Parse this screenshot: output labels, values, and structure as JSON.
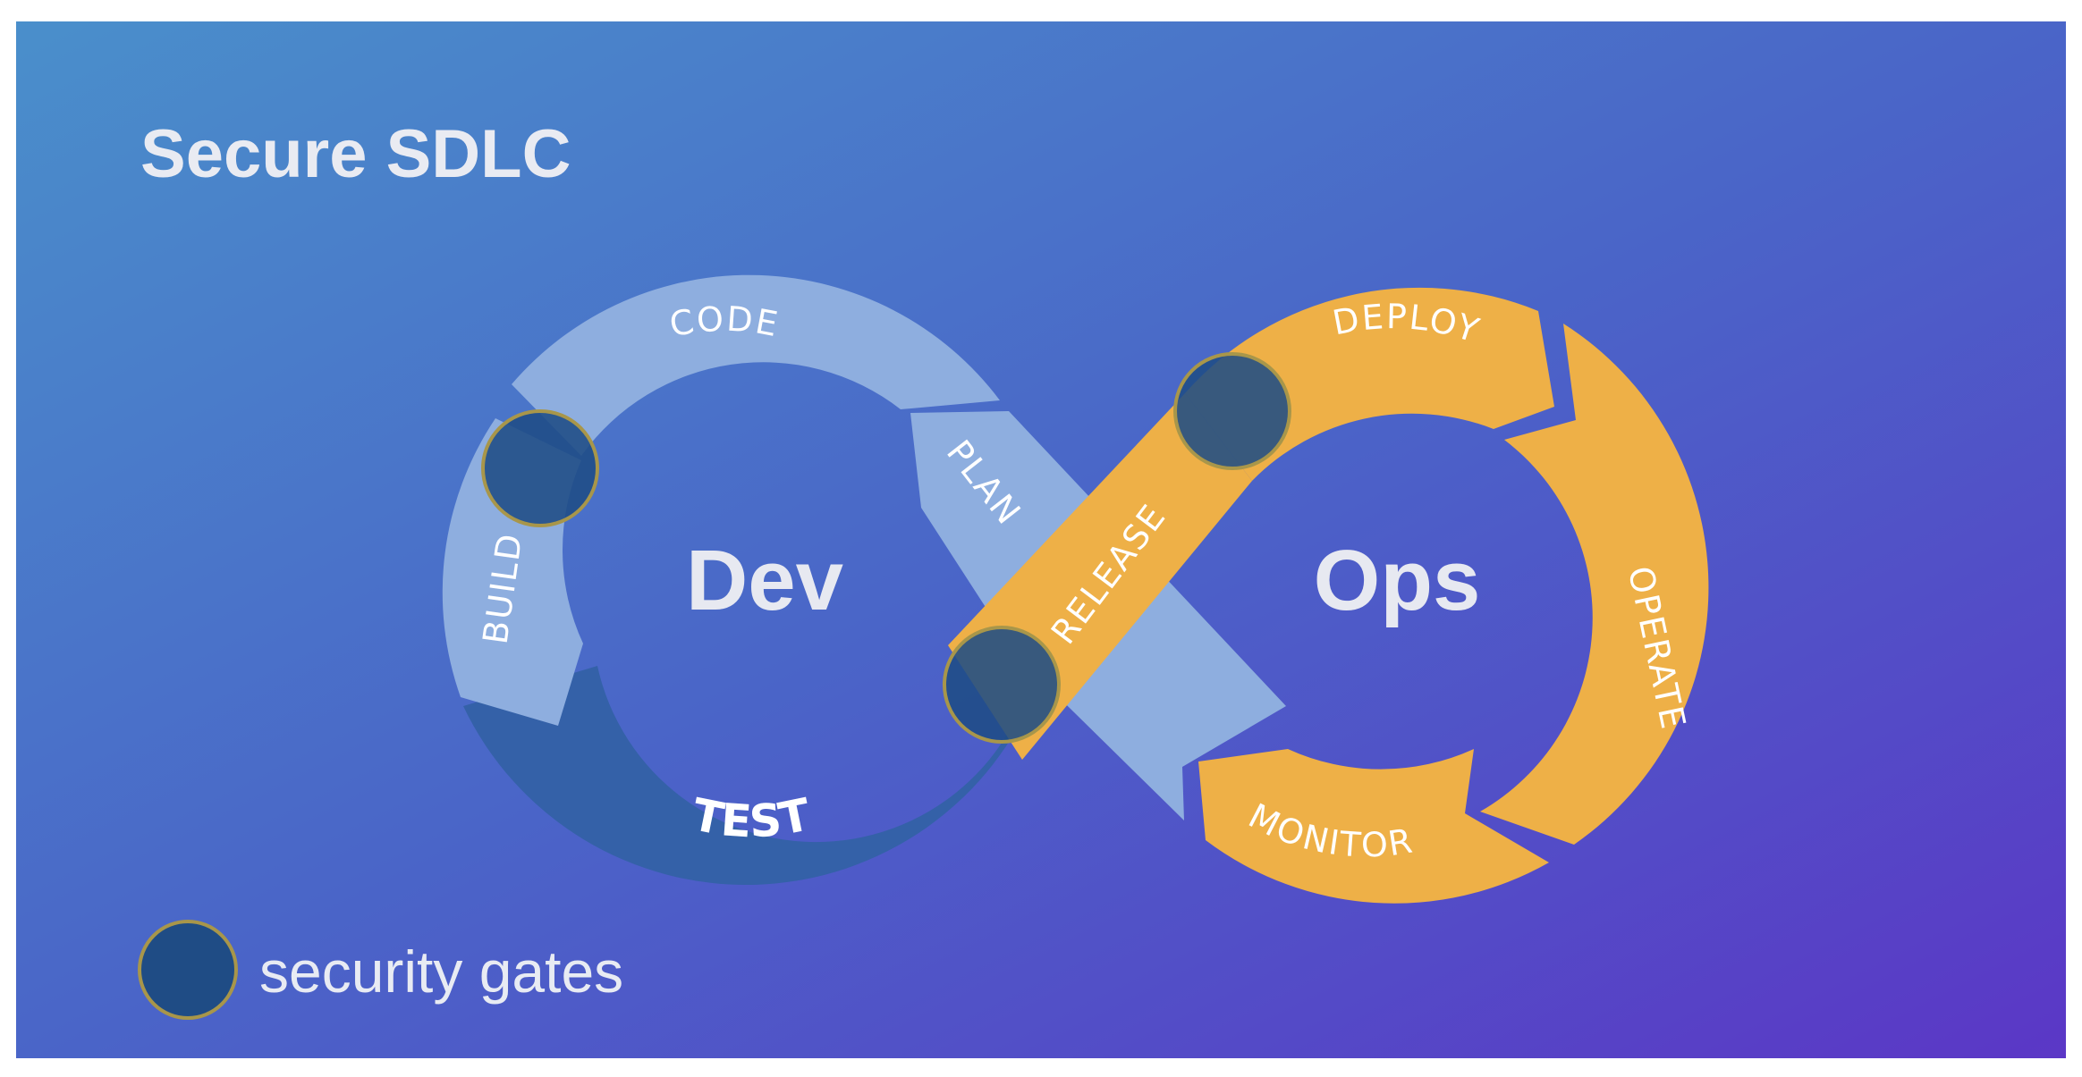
{
  "diagram": {
    "title": "Secure SDLC",
    "loops": {
      "dev_label": "Dev",
      "ops_label": "Ops"
    },
    "phases": {
      "code": "CODE",
      "build": "BUILD",
      "test": "TEST",
      "plan": "PLAN",
      "release": "RELEASE",
      "deploy": "DEPLOY",
      "operate": "OPERATE",
      "monitor": "MONITOR"
    },
    "legend": {
      "label": "security gates"
    },
    "colors": {
      "background_start": "#4a8fcb",
      "background_mid": "#4a65c8",
      "background_end": "#5b37c6",
      "dev_light": "#8eaedf",
      "dev_dark": "#3461a8",
      "ops_orange": "#eeb047",
      "gate_fill": "#1f4c85",
      "gate_stroke": "#a8964a"
    }
  }
}
